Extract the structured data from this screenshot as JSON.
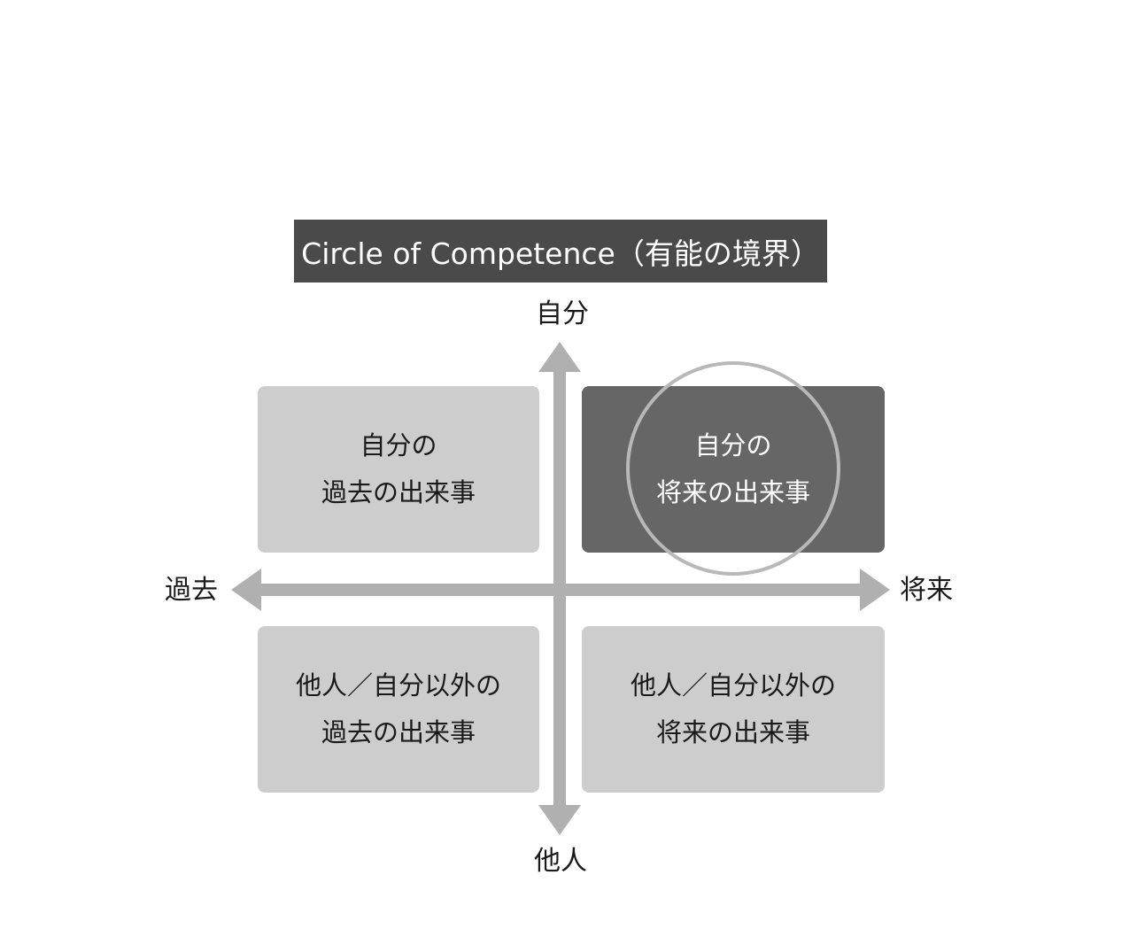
{
  "title": "Circle of Competence（有能の境界）",
  "axes": {
    "top": "自分",
    "bottom": "他人",
    "left": "過去",
    "right": "将来"
  },
  "quadrants": {
    "top_left": {
      "line1": "自分の",
      "line2": "過去の出来事",
      "style": "light"
    },
    "top_right": {
      "line1": "自分の",
      "line2": "将来の出来事",
      "style": "dark",
      "circled": true
    },
    "bottom_left": {
      "line1": "他人／自分以外の",
      "line2": "過去の出来事",
      "style": "light"
    },
    "bottom_right": {
      "line1": "他人／自分以外の",
      "line2": "将来の出来事",
      "style": "light"
    }
  },
  "colors": {
    "title_bg": "#4a4a4a",
    "light_box": "#cdcdcd",
    "dark_box": "#666666",
    "axis": "#b0b0b0",
    "circle": "#b8b8b8"
  }
}
